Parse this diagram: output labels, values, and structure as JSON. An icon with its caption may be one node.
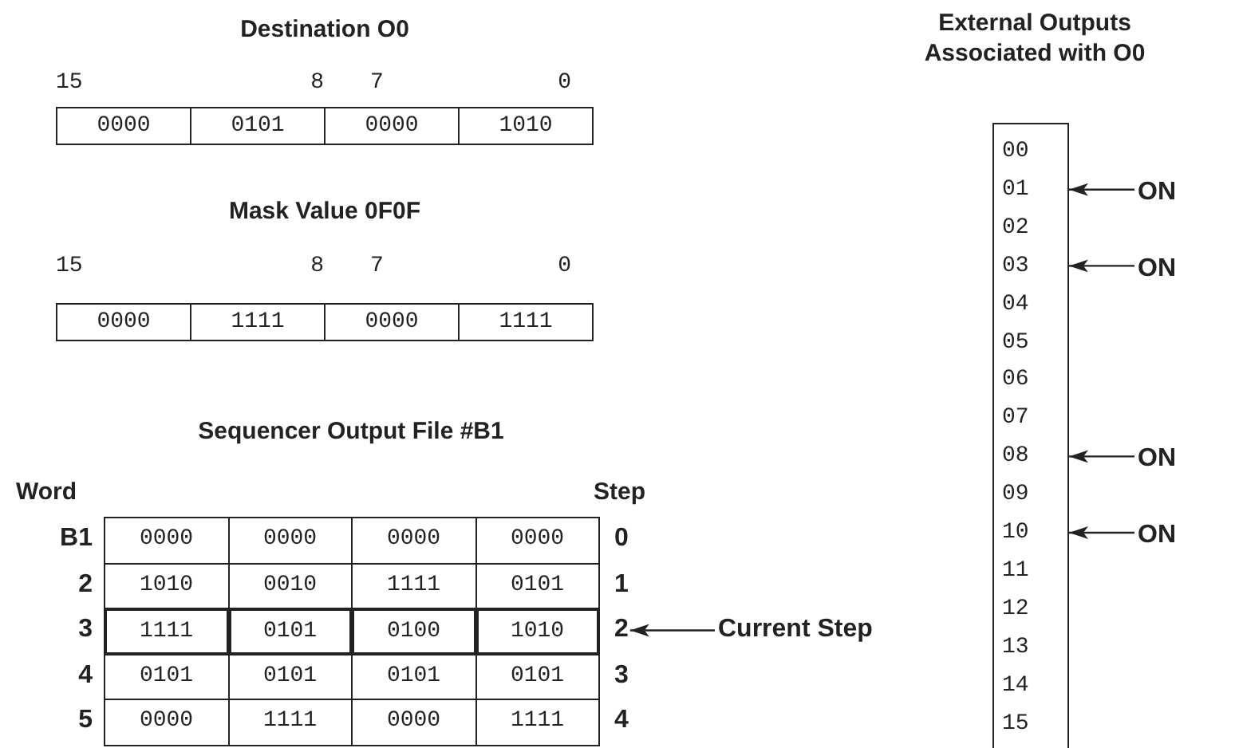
{
  "diagram": {
    "nodes": [
      {
        "text": [
          "External Outputs Associated with O0"
        ]
      },
      {
        "text": [
          "00"
        ],
        "in": 0
      },
      {
        "text": [
          "01"
        ],
        "in": 0
      },
      {
        "text": [
          "02"
        ],
        "in": 0
      },
      {
        "text": [
          "03"
        ],
        "in": 0
      },
      {
        "text": [
          "04"
        ],
        "in": 0
      },
      {
        "text": [
          "05"
        ],
        "in": 0
      },
      {
        "text": [
          "06"
        ],
        "in": 0
      },
      {
        "text": [
          "07"
        ],
        "in": 0
      },
      {
        "text": [
          "08"
        ],
        "in": 0
      },
      {
        "text": [
          "09"
        ],
        "in": 0
      },
      {
        "text": [
          "10"
        ],
        "in": 0
      },
      {
        "text": [
          "11"
        ],
        "in": 0
      },
      {
        "text": [
          "12"
        ],
        "in": 0
      },
      {
        "text": [
          "13"
        ],
        "in": 0
      },
      {
        "text": [
          "14"
        ],
        "in": 0
      },
      {
        "text": [
          "15"
        ],
        "in": 0
      },
      {
        "text": [
          "ON"
        ]
      },
      {
        "text": [
          "ON"
        ]
      },
      {
        "text": [
          "ON"
        ]
      },
      {
        "text": [
          "ON"
        ]
      },
      {
        "text": [
          "2"
        ]
      },
      {
        "text": [
          "Current Step"
        ]
      }
    ],
    "edges": [
      {
        "from": 17,
        "to": 2,
        "arrow": "to"
      },
      {
        "from": 18,
        "to": 4,
        "arrow": "to"
      },
      {
        "from": 19,
        "to": 9,
        "arrow": "to"
      },
      {
        "from": 20,
        "to": 11,
        "arrow": "to"
      },
      {
        "from": 22,
        "to": 21,
        "arrow": "to"
      }
    ],
    "labels": [
      "Destination O0",
      "15",
      "8",
      "7",
      "0",
      "0000",
      "0101",
      "0000",
      "1010",
      "Mask Value 0F0F",
      "15",
      "8",
      "7",
      "0",
      "0000",
      "1111",
      "0000",
      "1111",
      "Sequencer Output File #B1",
      "Word",
      "Step",
      "B1",
      "0000",
      "0000",
      "0000",
      "0000",
      "0",
      "2",
      "1010",
      "0010",
      "1111",
      "0101",
      "1",
      "3",
      "1111",
      "0101",
      "0100",
      "1010",
      "4",
      "0101",
      "0101",
      "0101",
      "0101",
      "3",
      "5",
      "0000",
      "1111",
      "0000",
      "1111",
      "4"
    ]
  }
}
